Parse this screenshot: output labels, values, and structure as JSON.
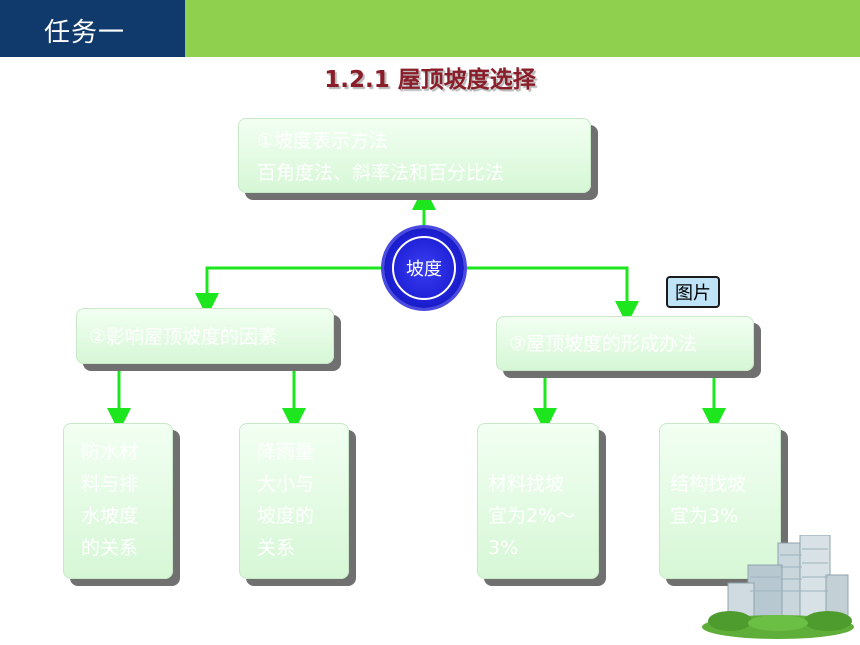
{
  "header": {
    "task_label": "任务一"
  },
  "title": "1.2.1 屋顶坡度选择",
  "hub": {
    "label": "坡度"
  },
  "image_button": {
    "label": "图片"
  },
  "nodes": {
    "method": {
      "title": "①坡度表示方法",
      "body": "百角度法、斜率法和百分比法"
    },
    "factors": {
      "title": "②影响屋顶坡度的因素"
    },
    "formation": {
      "title": "③屋顶坡度的形成办法"
    },
    "waterproof": {
      "text": "防水材\n料与排\n水坡度\n的关系"
    },
    "rainfall": {
      "text": "降雨量\n大小与\n坡度的\n关系"
    },
    "material_slope": {
      "text": "材料找坡\n宜为2%～\n3%"
    },
    "structural_slope": {
      "text": "结构找坡\n宜为3%"
    }
  },
  "colors": {
    "connector": "#1ee61e",
    "header_dark": "#0f3a6b",
    "header_green": "#8fd14f",
    "title": "#8a1d2a"
  }
}
